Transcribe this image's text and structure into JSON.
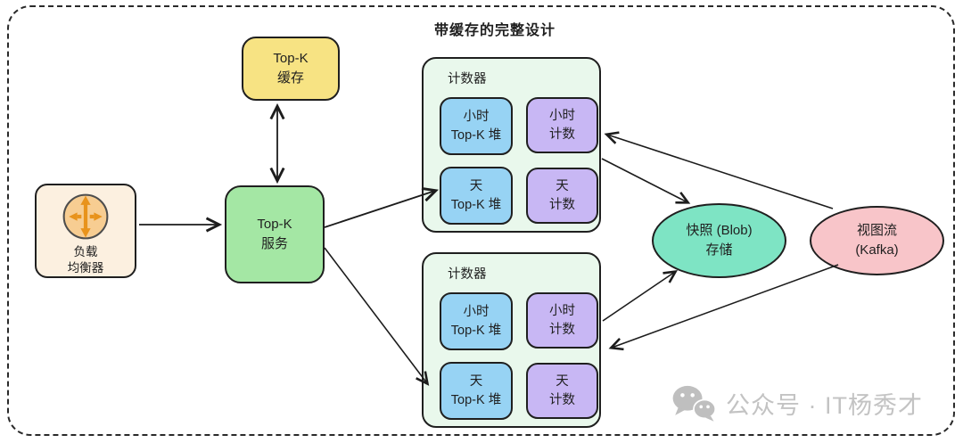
{
  "title": "带缓存的完整设计",
  "nodes": {
    "load_balancer": {
      "line1": "负载",
      "line2": "均衡器"
    },
    "topk_cache": {
      "line1": "Top-K",
      "line2": "缓存"
    },
    "topk_service": {
      "line1": "Top-K",
      "line2": "服务"
    },
    "snapshot_storage": {
      "line1": "快照 (Blob)",
      "line2": "存储"
    },
    "view_stream": {
      "line1": "视图流",
      "line2": "(Kafka)"
    }
  },
  "counters": [
    {
      "label": "计数器",
      "cells": [
        {
          "line1": "小时",
          "line2": "Top-K 堆"
        },
        {
          "line1": "小时",
          "line2": "计数"
        },
        {
          "line1": "天",
          "line2": "Top-K 堆"
        },
        {
          "line1": "天",
          "line2": "计数"
        }
      ]
    },
    {
      "label": "计数器",
      "cells": [
        {
          "line1": "小时",
          "line2": "Top-K 堆"
        },
        {
          "line1": "小时",
          "line2": "计数"
        },
        {
          "line1": "天",
          "line2": "Top-K 堆"
        },
        {
          "line1": "天",
          "line2": "计数"
        }
      ]
    }
  ],
  "watermark": {
    "icon": "wechat-icon",
    "text": "公众号 · IT杨秀才"
  },
  "colors": {
    "load_balancer_fill": "#FCF0E0",
    "lb_icon_circle": "#F7CD92",
    "lb_icon_arrows": "#E8931C",
    "cache_fill": "#F7E383",
    "service_fill": "#A4E7A4",
    "counter_fill": "#E9F8EC",
    "heap_cell_fill": "#97D3F4",
    "count_cell_fill": "#C8B7F4",
    "blob_fill": "#7EE4C4",
    "kafka_fill": "#F8C5C9",
    "stroke": "#1f1f1f",
    "watermark_gray": "#c3c3c3"
  }
}
